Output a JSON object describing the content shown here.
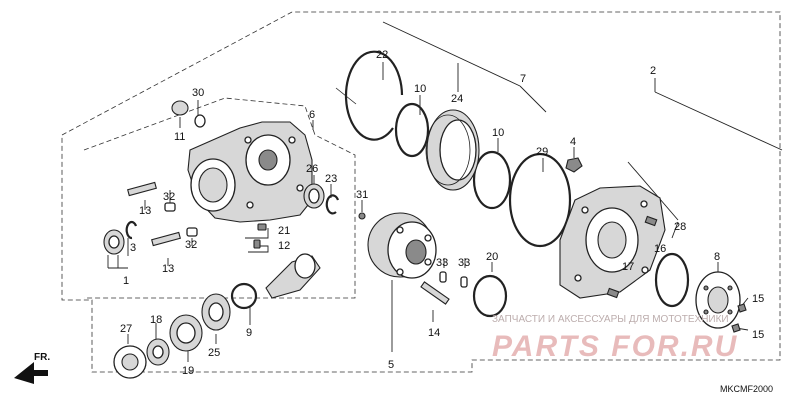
{
  "diagram": {
    "code": "MKCMF2000",
    "front_marker": "FR.",
    "watermark": {
      "tagline": "ЗАПЧАСТИ И АКСЕССУАРЫ ДЛЯ МОТОТЕХНИКИ",
      "brand": "PARTS FOR.RU"
    },
    "callouts": [
      {
        "id": "c1",
        "text": "1"
      },
      {
        "id": "c2",
        "text": "2"
      },
      {
        "id": "c3",
        "text": "3"
      },
      {
        "id": "c4",
        "text": "4"
      },
      {
        "id": "c5",
        "text": "5"
      },
      {
        "id": "c6",
        "text": "6"
      },
      {
        "id": "c7",
        "text": "7"
      },
      {
        "id": "c8",
        "text": "8"
      },
      {
        "id": "c9",
        "text": "9"
      },
      {
        "id": "c10a",
        "text": "10"
      },
      {
        "id": "c10b",
        "text": "10"
      },
      {
        "id": "c11",
        "text": "11"
      },
      {
        "id": "c12",
        "text": "12"
      },
      {
        "id": "c13a",
        "text": "13"
      },
      {
        "id": "c13b",
        "text": "13"
      },
      {
        "id": "c14",
        "text": "14"
      },
      {
        "id": "c15a",
        "text": "15"
      },
      {
        "id": "c15b",
        "text": "15"
      },
      {
        "id": "c16",
        "text": "16"
      },
      {
        "id": "c17",
        "text": "17"
      },
      {
        "id": "c18",
        "text": "18"
      },
      {
        "id": "c19",
        "text": "19"
      },
      {
        "id": "c20",
        "text": "20"
      },
      {
        "id": "c21",
        "text": "21"
      },
      {
        "id": "c22",
        "text": "22"
      },
      {
        "id": "c23",
        "text": "23"
      },
      {
        "id": "c24",
        "text": "24"
      },
      {
        "id": "c25",
        "text": "25"
      },
      {
        "id": "c26",
        "text": "26"
      },
      {
        "id": "c27",
        "text": "27"
      },
      {
        "id": "c28",
        "text": "28"
      },
      {
        "id": "c29",
        "text": "29"
      },
      {
        "id": "c30",
        "text": "30"
      },
      {
        "id": "c31",
        "text": "31"
      },
      {
        "id": "c32a",
        "text": "32"
      },
      {
        "id": "c32b",
        "text": "32"
      },
      {
        "id": "c33a",
        "text": "33"
      },
      {
        "id": "c33b",
        "text": "33"
      }
    ]
  }
}
